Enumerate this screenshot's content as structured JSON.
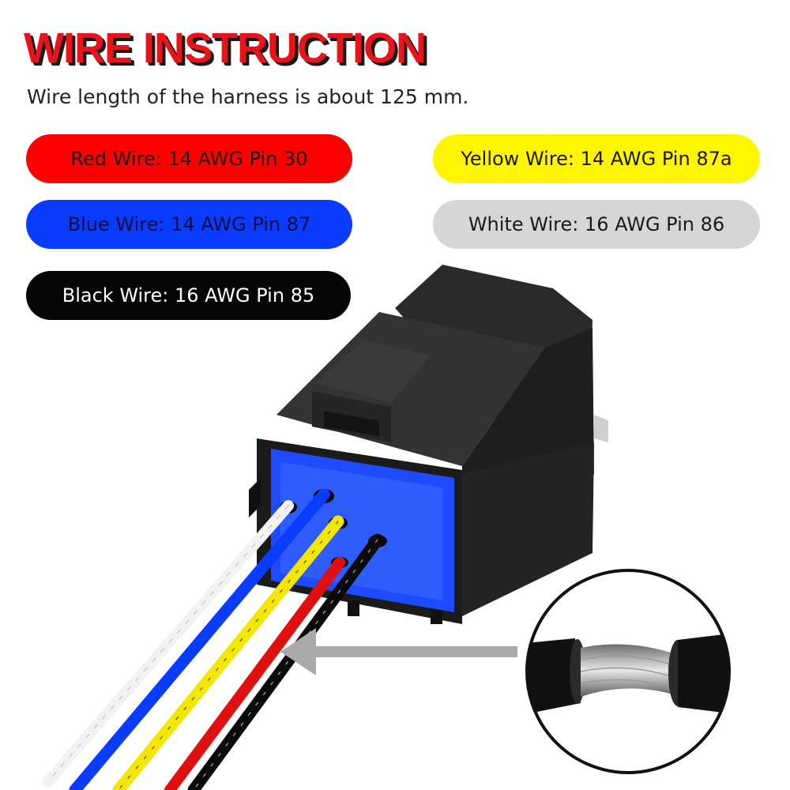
{
  "header": {
    "title": "WIRE INSTRUCTION",
    "subtitle": "Wire length of the harness is about 125 mm."
  },
  "wire_labels": {
    "red": "Red Wire: 14 AWG Pin 30",
    "yellow": "Yellow Wire: 14 AWG Pin 87a",
    "blue": "Blue Wire: 14 AWG Pin 87",
    "white": "White Wire: 16 AWG Pin 86",
    "black": "Black Wire: 16 AWG Pin 85"
  },
  "colors": {
    "title_red": "#e8141b",
    "red": "#ff0000",
    "yellow": "#fff500",
    "blue": "#0a3cff",
    "white": "#d6d6d6",
    "black": "#050505",
    "connector_face": "#1f4bff"
  },
  "illustration": {
    "relay-body-icon": "relay-body-icon",
    "wire-cross-section-icon": "wire-cross-section-icon"
  }
}
